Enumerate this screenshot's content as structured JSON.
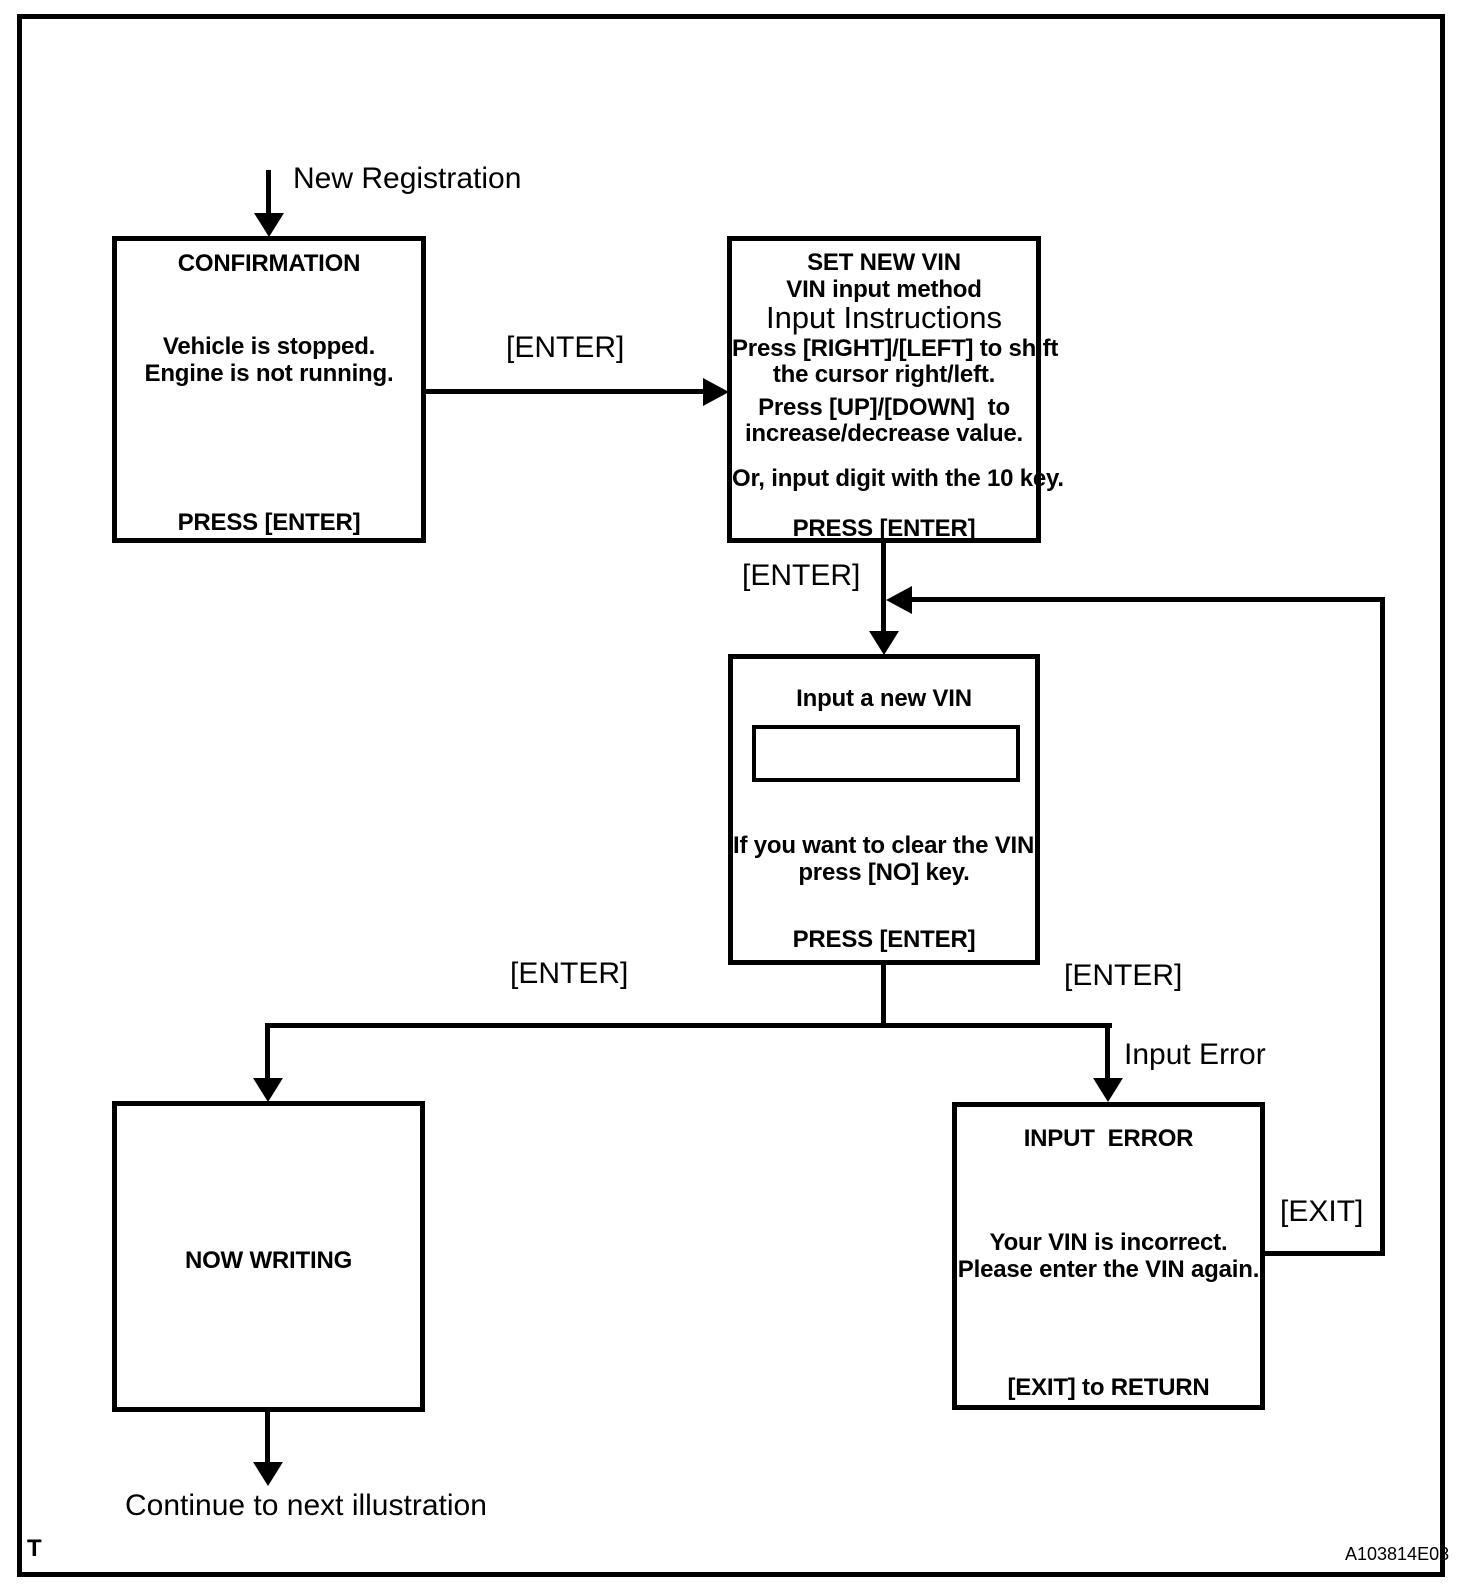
{
  "frame": {
    "corner_letter": "T",
    "figure_id": "A103814E03"
  },
  "colors": {
    "line": "#000000",
    "background": "#ffffff"
  },
  "labels": {
    "entry": "New Registration",
    "enter_confirmation_to_set": "[ENTER]",
    "enter_set_to_input": "[ENTER]",
    "enter_to_writing": "[ENTER]",
    "enter_to_error": "[ENTER]",
    "input_error": "Input Error",
    "exit": "[EXIT]",
    "continue": "Continue to next illustration"
  },
  "nodes": {
    "confirmation": {
      "title": "CONFIRMATION",
      "body_line1": "Vehicle is stopped.",
      "body_line2": "Engine is not running.",
      "footer": "PRESS [ENTER]"
    },
    "set_new_vin": {
      "title_line1": "SET NEW VIN",
      "title_line2": "VIN input method",
      "subtitle": "Input Instructions",
      "instr1_line1": "Press [RIGHT]/[LEFT] to shift",
      "instr1_line2": "the cursor right/left.",
      "instr2_line1": "Press [UP]/[DOWN]  to",
      "instr2_line2": "increase/decrease value.",
      "instr3": "Or, input digit with the 10 key.",
      "footer": "PRESS [ENTER]"
    },
    "input_new_vin": {
      "title": "Input a new VIN",
      "vin_field_value": "",
      "body_line1": "If you want to clear the VIN,",
      "body_line2": "press [NO] key.",
      "footer": "PRESS [ENTER]"
    },
    "now_writing": {
      "title": "NOW WRITING"
    },
    "input_error": {
      "title": "INPUT  ERROR",
      "body_line1": "Your VIN is incorrect.",
      "body_line2": "Please enter the VIN again.",
      "footer": "[EXIT] to RETURN"
    }
  }
}
